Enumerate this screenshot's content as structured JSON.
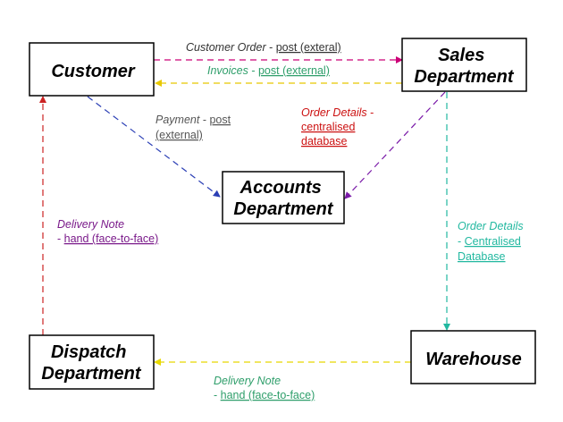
{
  "nodes": {
    "customer": {
      "lines": [
        "Customer"
      ]
    },
    "sales": {
      "lines": [
        "Sales",
        "Department"
      ]
    },
    "accounts": {
      "lines": [
        "Accounts",
        "Department"
      ]
    },
    "dispatch": {
      "lines": [
        "Dispatch",
        "Department"
      ]
    },
    "warehouse": {
      "lines": [
        "Warehouse"
      ]
    }
  },
  "edges": {
    "customer_order": {
      "lines": [
        {
          "title": "Customer Order",
          "sep": " - ",
          "method": "post (exteral)"
        }
      ],
      "color": "#cc0077"
    },
    "invoices": {
      "lines": [
        {
          "title": "Invoices",
          "sep": " - ",
          "method": "post (external)"
        }
      ],
      "color": "#e8c800",
      "label_color": "#2e9e6a"
    },
    "payment": {
      "lines": [
        {
          "title": "Payment",
          "sep": " - ",
          "method": "post"
        },
        {
          "title": "",
          "sep": "",
          "method": "(external)"
        }
      ],
      "color": "#2b3fb5",
      "label_color": "#555555"
    },
    "order_details_accounts": {
      "lines": [
        {
          "title": "Order Details",
          "sep": "  -",
          "method": ""
        },
        {
          "title": "",
          "sep": "",
          "method": "centralised"
        },
        {
          "title": "",
          "sep": "",
          "method": "database"
        }
      ],
      "color": "#7a1aa8",
      "label_color": "#cc1111"
    },
    "order_details_warehouse": {
      "lines": [
        {
          "title": "Order Details",
          "sep": "",
          "method": ""
        },
        {
          "title": "",
          "sep": "- ",
          "method": "Centralised"
        },
        {
          "title": "",
          "sep": "",
          "method": "Database"
        }
      ],
      "color": "#22b8a0",
      "label_color": "#22b8a0"
    },
    "delivery_note_customer": {
      "lines": [
        {
          "title": "Delivery Note",
          "sep": "",
          "method": ""
        },
        {
          "title": "",
          "sep": "- ",
          "method": "hand (face-to-face)"
        }
      ],
      "color": "#cc2222",
      "label_color": "#7a1a8a"
    },
    "delivery_note_dispatch": {
      "lines": [
        {
          "title": "Delivery Note",
          "sep": "",
          "method": ""
        },
        {
          "title": "",
          "sep": "- ",
          "method": "hand (face-to-face)"
        }
      ],
      "color": "#e8d800",
      "label_color": "#2e9e6a"
    }
  }
}
